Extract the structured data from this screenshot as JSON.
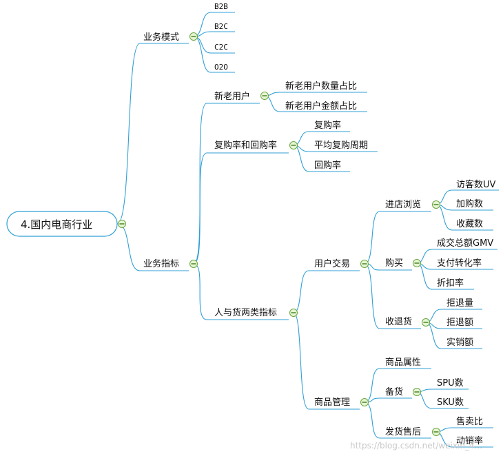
{
  "colors": {
    "edge": "#2f9fd6",
    "collapse_fill": "#e6f5d2",
    "collapse_stroke": "#6aa43f",
    "root_border": "#2f9fd6"
  },
  "root": {
    "label": "4.国内电商行业"
  },
  "branches": {
    "business_model": {
      "label": "业务模式",
      "children": [
        "B2B",
        "B2C",
        "C2C",
        "O2O"
      ]
    },
    "business_metrics": {
      "label": "业务指标",
      "new_old_users": {
        "label": "新老用户",
        "children": [
          "新老用户数量占比",
          "新老用户金额占比"
        ]
      },
      "repurchase": {
        "label": "复购率和回购率",
        "children": [
          "复购率",
          "平均复购周期",
          "回购率"
        ]
      },
      "people_goods": {
        "label": "人与货两类指标",
        "user_trade": {
          "label": "用户交易",
          "browse": {
            "label": "进店浏览",
            "children": [
              "访客数UV",
              "加购数",
              "收藏数"
            ]
          },
          "buy": {
            "label": "购买",
            "children": [
              "成交总额GMV",
              "支付转化率",
              "折扣率"
            ]
          },
          "refund": {
            "label": "收退货",
            "children": [
              "拒退量",
              "拒退额",
              "实销额"
            ]
          }
        },
        "goods_mgmt": {
          "label": "商品管理",
          "attributes": {
            "label": "商品属性"
          },
          "stock": {
            "label": "备货",
            "children": [
              "SPU数",
              "SKU数"
            ]
          },
          "after_sales": {
            "label": "发货售后",
            "children": [
              "售卖比",
              "动销率"
            ]
          }
        }
      }
    }
  },
  "watermark": "https://blog.csdn.net/weixin_4..."
}
